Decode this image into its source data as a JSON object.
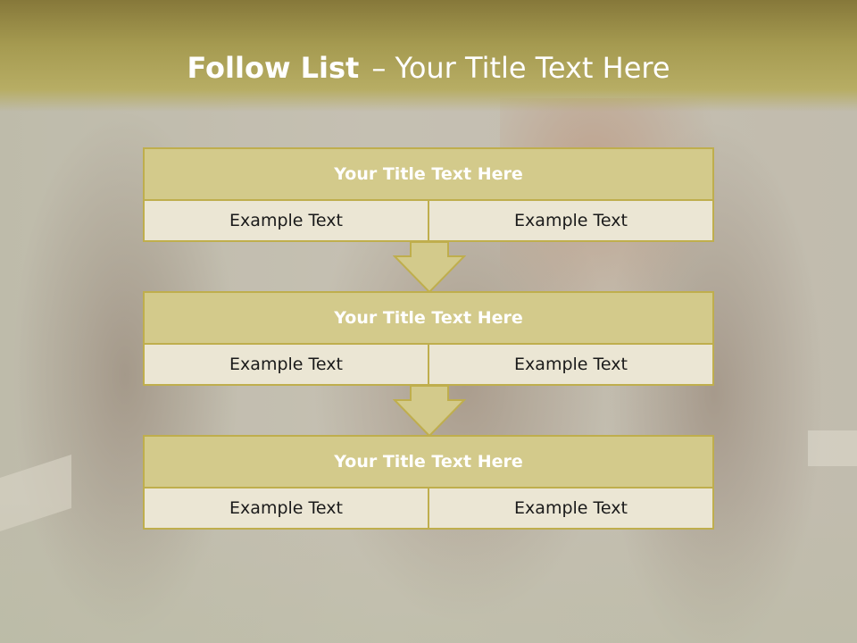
{
  "slide": {
    "title_bold": "Follow List",
    "title_rest": "– Your Title Text Here"
  },
  "groups": [
    {
      "title": "Your Title Text Here",
      "left": "Example Text",
      "right": "Example Text"
    },
    {
      "title": "Your Title Text Here",
      "left": "Example Text",
      "right": "Example Text"
    },
    {
      "title": "Your Title Text Here",
      "left": "Example Text",
      "right": "Example Text"
    }
  ],
  "colors": {
    "title_band": "#a59a50",
    "header_fill": "#d3ca8b",
    "cell_fill": "#ebe6d4",
    "border": "#bfae4d"
  },
  "icons": {
    "connector": "down-arrow-icon"
  }
}
